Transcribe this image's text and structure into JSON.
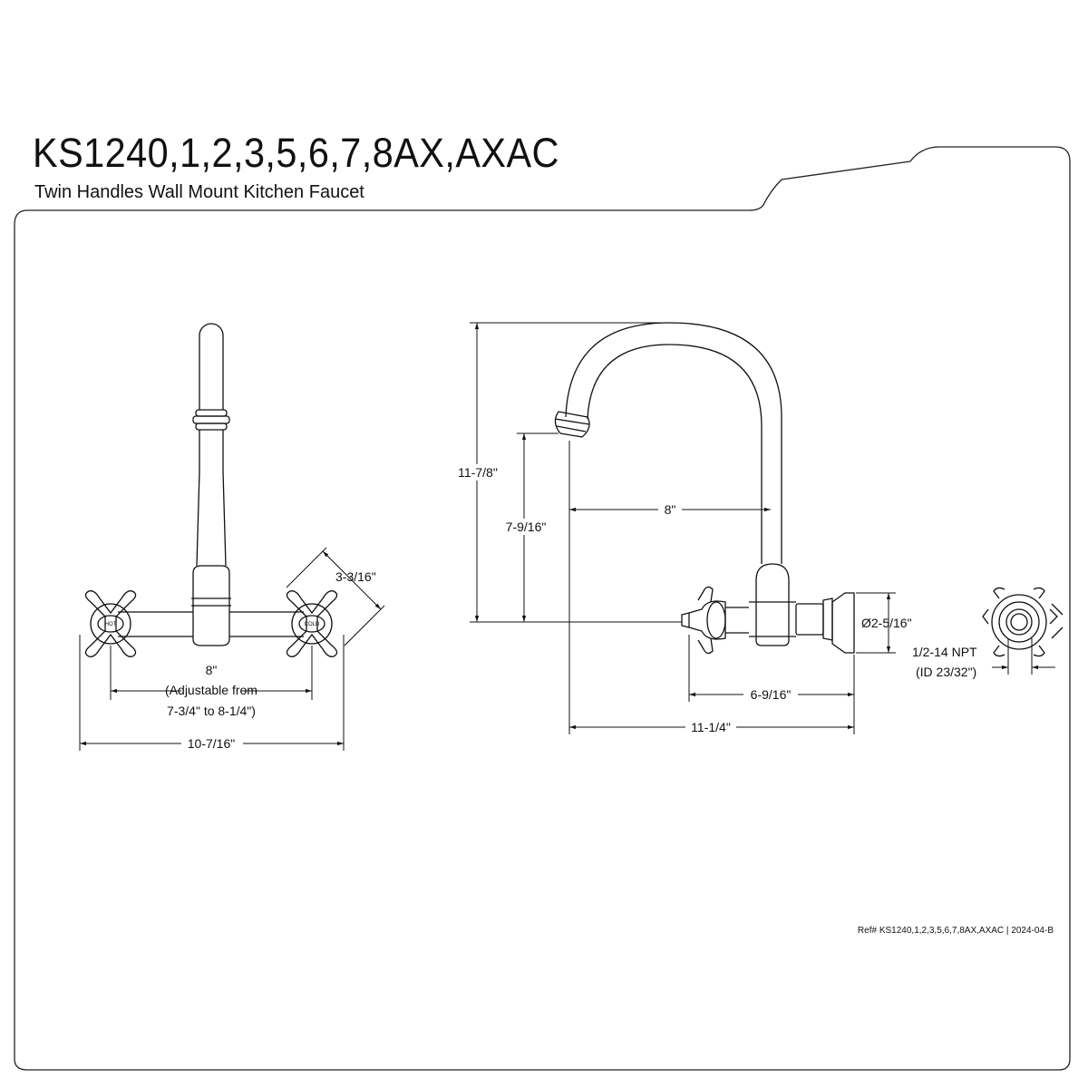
{
  "header": {
    "title": "KS1240,1,2,3,5,6,7,8AX,AXAC",
    "subtitle": "Twin Handles Wall Mount Kitchen Faucet"
  },
  "front_view": {
    "handle_hot_label": "HOT",
    "handle_cold_label": "COLD",
    "dim_handle_depth": "3-3/16\"",
    "dim_center": "8\"",
    "dim_adjust_line1": "(Adjustable from",
    "dim_adjust_line2": "7-3/4\" to 8-1/4\")",
    "dim_overall_width": "10-7/16\""
  },
  "side_view": {
    "dim_total_height": "11-7/8\"",
    "dim_spout_height": "7-9/16\"",
    "dim_spout_reach": "8\"",
    "dim_flange_diameter": "Ø2-5/16\"",
    "dim_handle_projection": "6-9/16\"",
    "dim_overall_projection": "11-1/4\""
  },
  "end_view": {
    "dim_connection_line1": "1/2-14 NPT",
    "dim_connection_line2": "(ID 23/32\")"
  },
  "footer": {
    "reference": "Ref# KS1240,1,2,3,5,6,7,8AX,AXAC | 2024-04-B"
  }
}
